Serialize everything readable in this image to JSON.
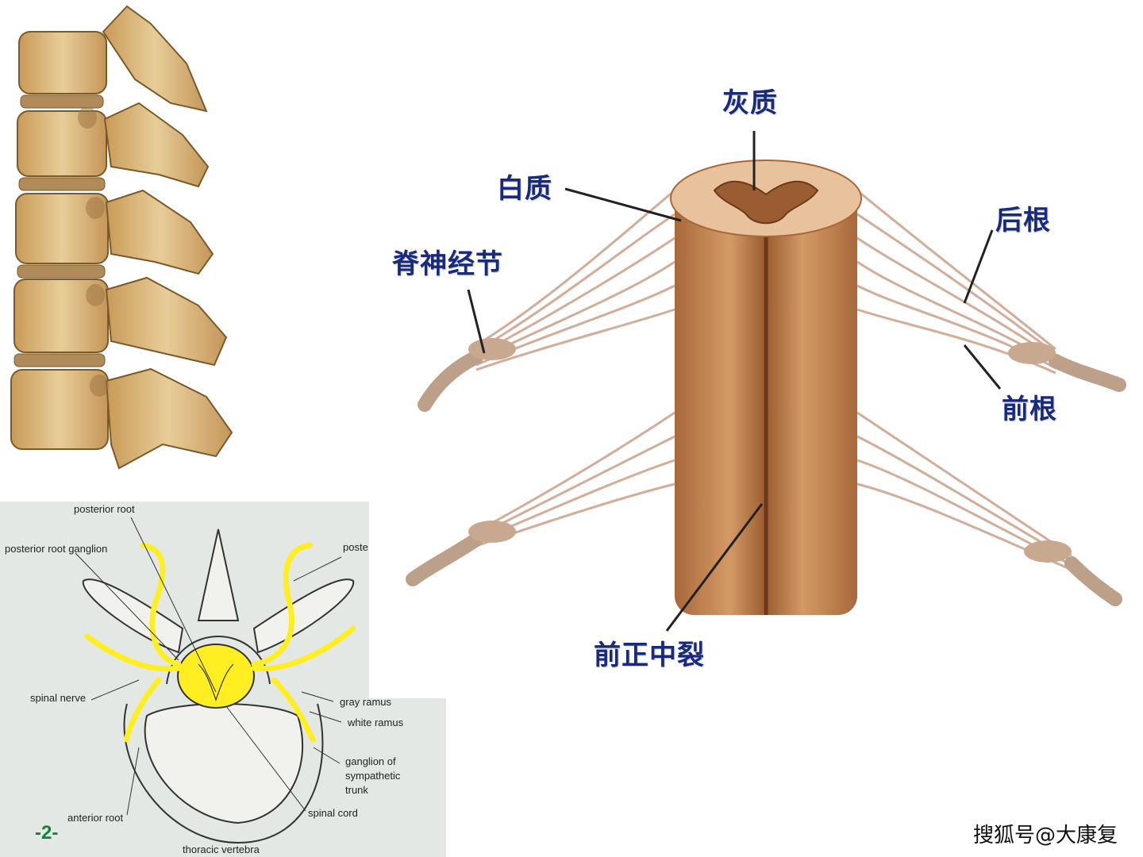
{
  "figure": {
    "top_left_image": "vertebral-column-lateral-view",
    "bottom_left_image": "thoracic-vertebra-cross-section",
    "right_image": "spinal-cord-with-nerve-roots"
  },
  "cord_labels": {
    "gray_matter": "灰质",
    "white_matter": "白质",
    "posterior_root": "后根",
    "spinal_ganglion": "脊神经节",
    "anterior_root": "前根",
    "anterior_median_fissure": "前正中裂"
  },
  "section_labels": {
    "posterior_root": "posterior root",
    "posterior_root_ganglion": "posterior root ganglion",
    "posterior_ramus_partial": "poste",
    "spinal_nerve": "spinal nerve",
    "gray_ramus": "gray ramus",
    "white_ramus": "white ramus",
    "ganglion_line1": "ganglion of",
    "ganglion_line2": "sympathetic",
    "ganglion_line3": "trunk",
    "anterior_root": "anterior root",
    "spinal_cord": "spinal cord",
    "thoracic_vertebra": "thoracic vertebra"
  },
  "page_number": "-2-",
  "watermark": "搜狐号@大康复",
  "colors": {
    "label_blue": "#1a2a7a",
    "bone": "#d9b67a",
    "nerve_yellow": "#ffee22",
    "cord": "#c98a55",
    "page_number_green": "#1a7f3a"
  }
}
